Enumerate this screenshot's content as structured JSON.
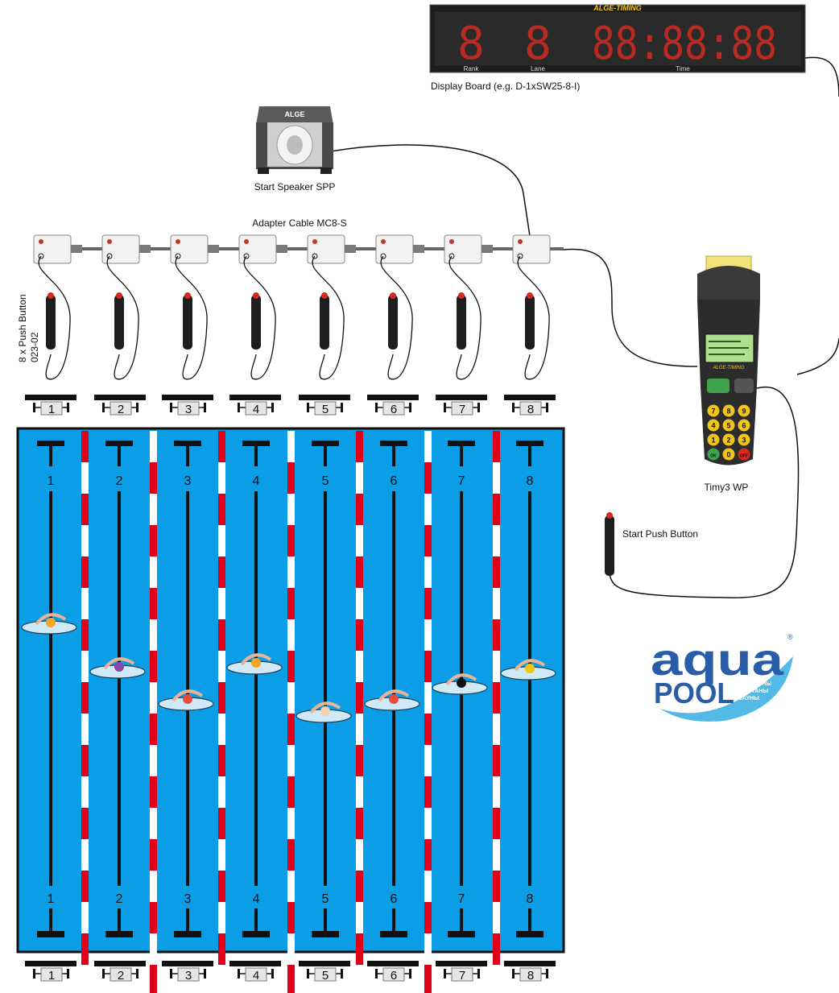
{
  "display_board": {
    "brand": "ALGE-TIMING",
    "digits": [
      "8",
      "8",
      "88:88:88"
    ],
    "labels": [
      "Rank",
      "Lane",
      "Time"
    ],
    "caption": "Display Board (e.g. D-1xSW25-8-I)",
    "digit_color": "#d42a1f"
  },
  "speaker": {
    "brand": "ALGE",
    "caption": "Start Speaker SPP"
  },
  "adapter_cable": {
    "caption": "Adapter Cable MC8-S"
  },
  "push_buttons": {
    "caption_line1": "8 x Push Button",
    "caption_line2": "023-02"
  },
  "timer": {
    "caption": "Timy3 WP",
    "brand": "ALGE-TIMING",
    "keys": [
      "7",
      "8",
      "9",
      "4",
      "5",
      "6",
      "1",
      "2",
      "3",
      "OK",
      "0",
      "OFF"
    ]
  },
  "start_push_button": {
    "caption": "Start Push Button"
  },
  "pool": {
    "lanes": [
      "1",
      "2",
      "3",
      "4",
      "5",
      "6",
      "7",
      "8"
    ],
    "water_color": "#0b9ee6",
    "rope_red": "#e0001a"
  },
  "logo": {
    "word1": "aqua",
    "word2": "POOL",
    "reg": "®",
    "tagline": [
      "БАССЕЙНЫ",
      "ФОНТАНЫ",
      "САУНЫ"
    ]
  }
}
